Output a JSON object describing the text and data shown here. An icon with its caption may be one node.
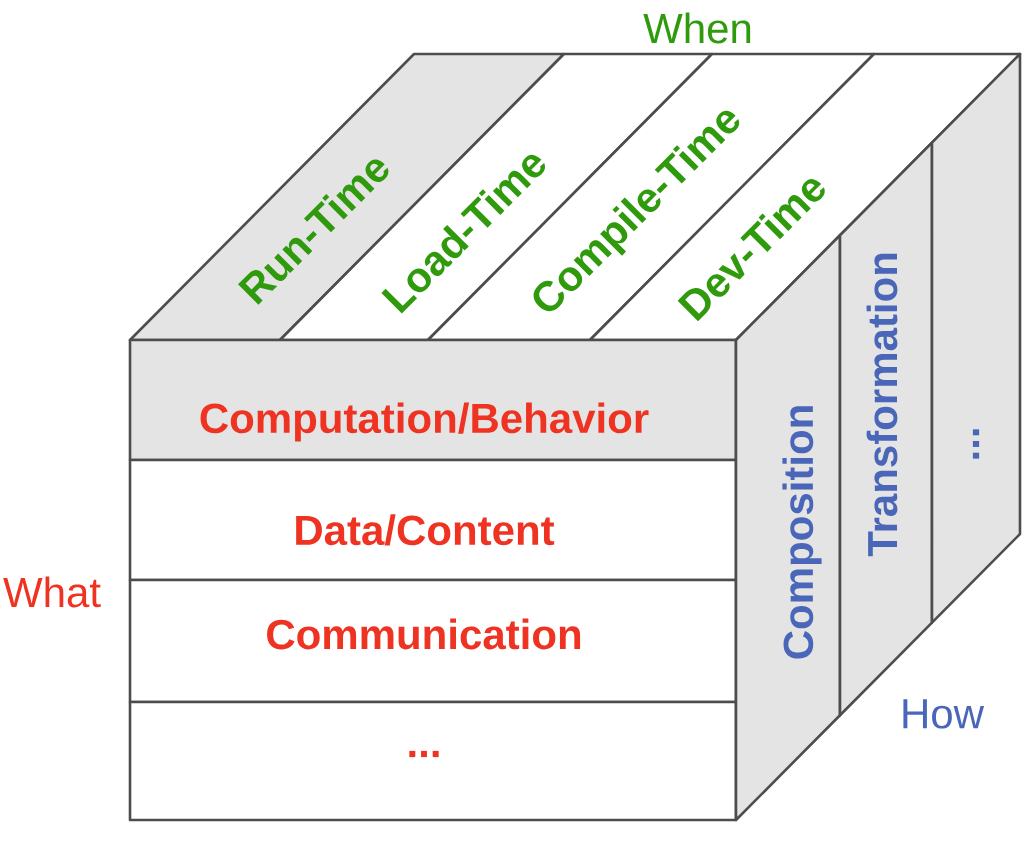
{
  "diagram": {
    "nodes": [
      {
        "text": [
          "Run-Time"
        ]
      },
      {
        "text": [
          "Load-Time"
        ]
      },
      {
        "text": [
          "Compile-Time"
        ]
      },
      {
        "text": [
          "Dev-Time"
        ]
      },
      {
        "text": [
          "Computation/Behavior"
        ]
      },
      {
        "text": [
          "Data/Content"
        ]
      },
      {
        "text": [
          "Communication"
        ]
      },
      {
        "text": [
          "..."
        ]
      },
      {
        "text": [
          "Composition"
        ]
      },
      {
        "text": [
          "Transformation"
        ]
      },
      {
        "text": [
          "..."
        ]
      }
    ],
    "labels": [
      "When",
      "What",
      "How"
    ]
  }
}
